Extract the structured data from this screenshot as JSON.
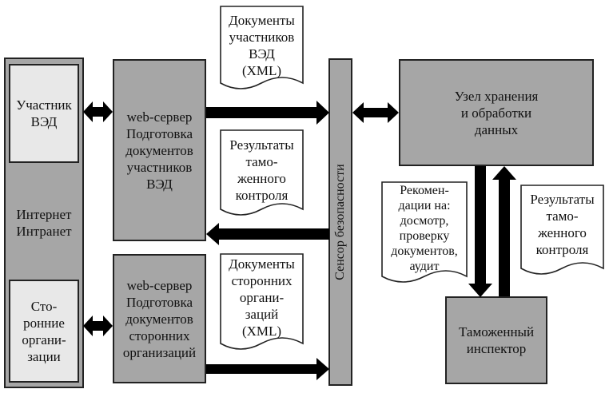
{
  "left_column": {
    "participant": "Участник\nВЭД",
    "internet": "Интернет\nИнтранет",
    "third_parties": "Сто-\nронние\nоргани-\nзации"
  },
  "web_servers": {
    "participants": "web-сервер\nПодготовка\nдокументов\nучастников\nВЭД",
    "third_parties": "web-сервер\nПодготовка\nдокументов\nсторонних\nорганизаций"
  },
  "documents": {
    "participant_docs": "Документы\nучастников\nВЭД\n(XML)",
    "control_results_middle": "Результаты\nтамо-\nженного\nконтроля",
    "third_party_docs": "Документы\nсторонних\nоргани-\nзаций\n(XML)",
    "recommendations": "Рекомен-\nдации на:\nдосмотр,\nпроверку\nдокументов,\nаудит",
    "control_results_right": "Результаты\nтамо-\nженного\nконтроля"
  },
  "sensor": "Сенсор безопасности",
  "storage": "Узел хранения\nи обработки\nданных",
  "inspector": "Таможенный\nинспектор",
  "colors": {
    "dark_box": "#a6a6a6",
    "light_box": "#e8e8e8",
    "arrow": "#000000",
    "document": "#ffffff"
  }
}
